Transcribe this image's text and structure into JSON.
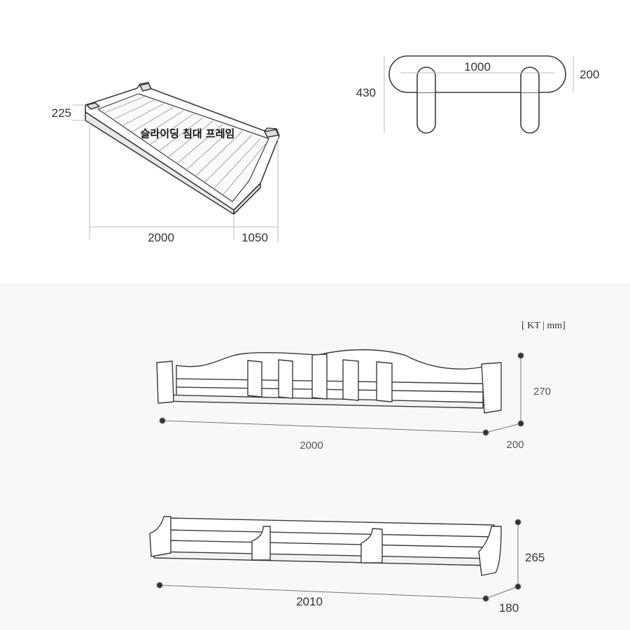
{
  "top": {
    "frame_label": "슬라이딩 침대 프레임",
    "frame_height": "225",
    "frame_length": "2000",
    "frame_width": "1050",
    "handle_length": "1000",
    "handle_height": "430",
    "handle_depth": "200"
  },
  "bottom": {
    "unit_label": "[ KT | mm]",
    "shelf1": {
      "height": "270",
      "length": "2000",
      "depth": "200"
    },
    "shelf2": {
      "height": "265",
      "length": "2010",
      "depth": "180"
    }
  },
  "colors": {
    "line": "#3a3a3a",
    "dim_line": "#bbbbbb",
    "dot": "#333333",
    "bottom_bg": "#f8f8f8"
  }
}
